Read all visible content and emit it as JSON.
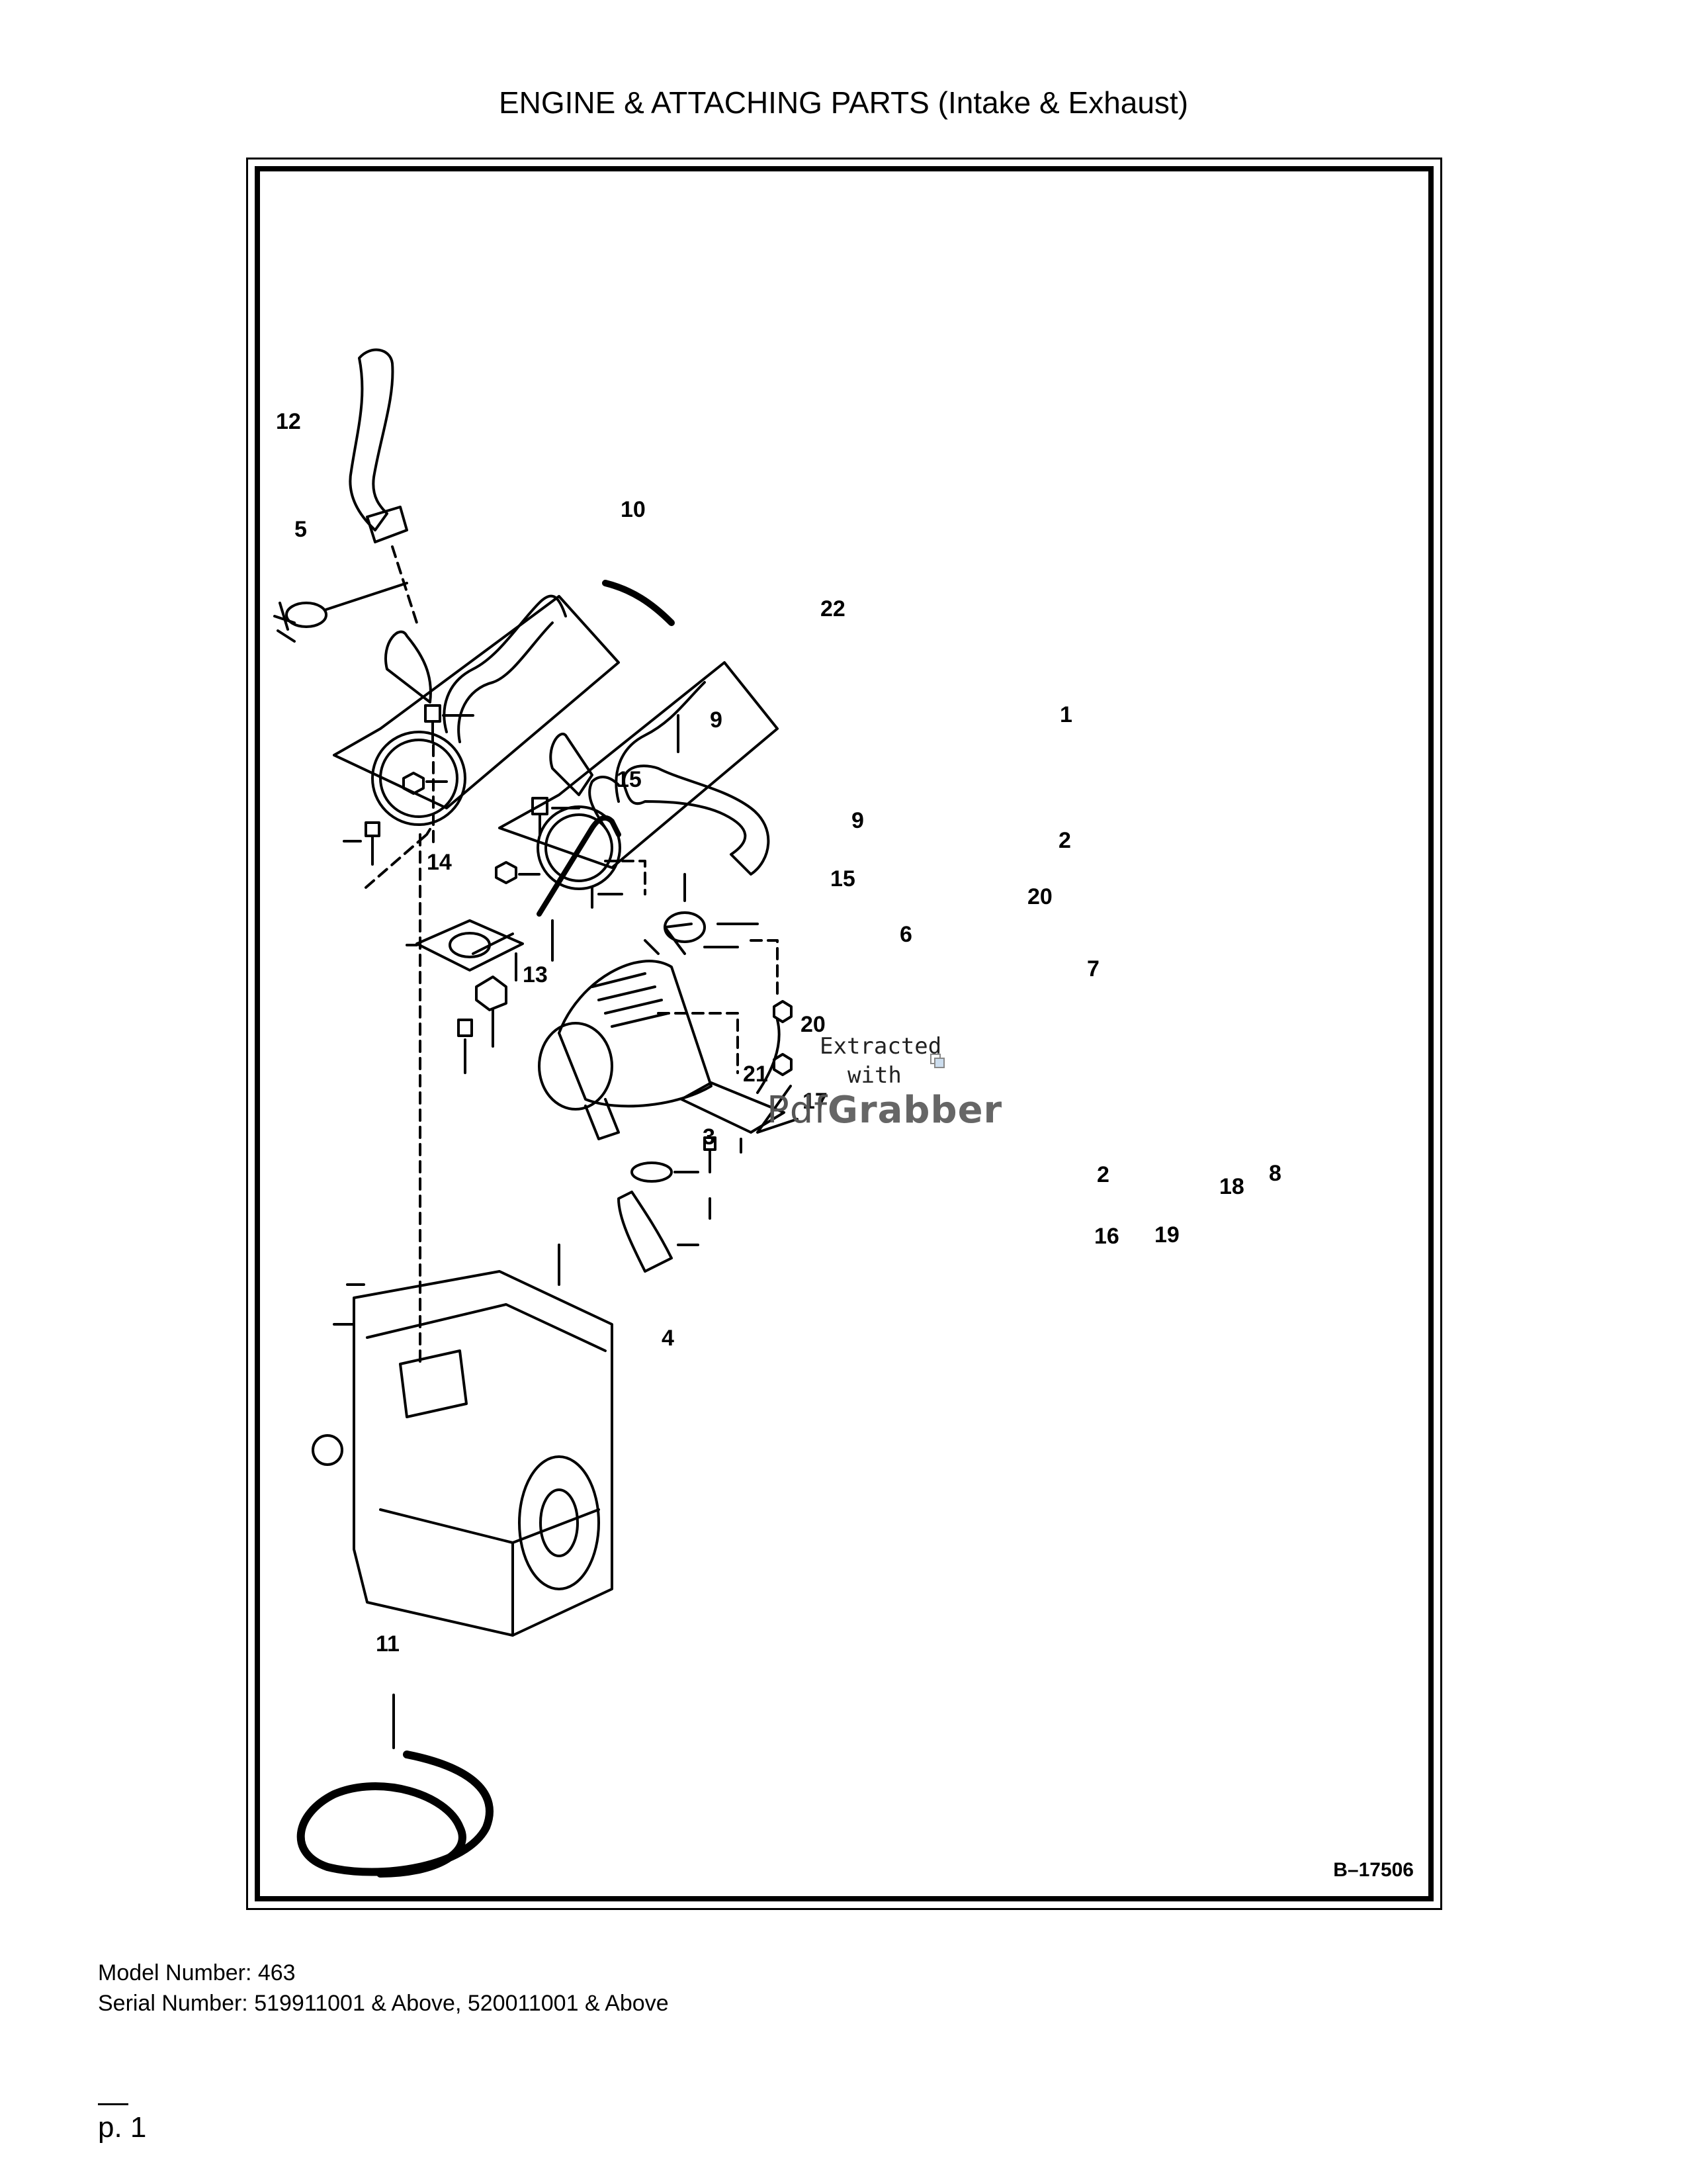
{
  "title": "ENGINE & ATTACHING PARTS (Intake & Exhaust)",
  "figure_id": "B–17506",
  "callouts": {
    "c1": "1",
    "c2a": "2",
    "c2b": "2",
    "c3": "3",
    "c4": "4",
    "c5": "5",
    "c6": "6",
    "c7": "7",
    "c8": "8",
    "c9a": "9",
    "c9b": "9",
    "c10": "10",
    "c11": "11",
    "c12": "12",
    "c13": "13",
    "c14": "14",
    "c15a": "15",
    "c15b": "15",
    "c16": "16",
    "c17": "17",
    "c18": "18",
    "c19": "19",
    "c20a": "20",
    "c20b": "20",
    "c21": "21",
    "c22": "22"
  },
  "watermark": {
    "line1": "Extracted",
    "line2": "with",
    "line3_a": "Pdf",
    "line3_b": "Grabber"
  },
  "model_number": "Model Number: 463",
  "serial_number": "Serial Number: 519911001 & Above, 520011001 & Above",
  "page_number": "p. 1"
}
